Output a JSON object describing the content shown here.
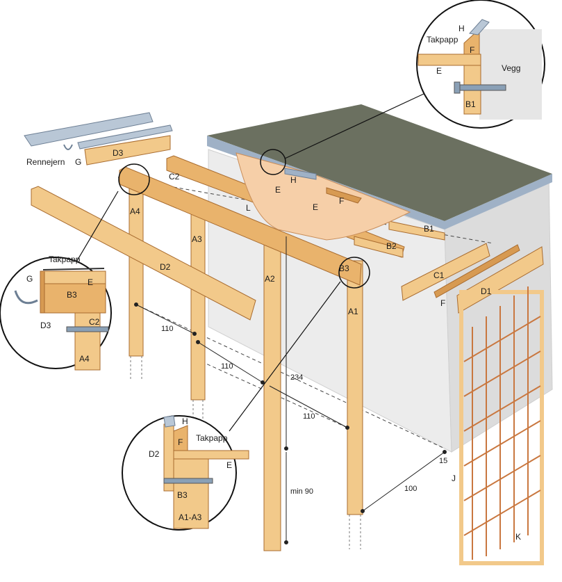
{
  "labels": {
    "rennejern": "Rennejern",
    "g_gutter": "G",
    "d3_top": "D3",
    "c2_top": "C2",
    "a4": "A4",
    "a3": "A3",
    "a2": "A2",
    "a1": "A1",
    "b3": "B3",
    "b2": "B2",
    "b1": "B1",
    "d2": "D2",
    "c1": "C1",
    "f_strip": "F",
    "d1": "D1",
    "e1": "E",
    "e2": "E",
    "h_main": "H",
    "f_main": "F",
    "l_main": "L",
    "j": "J",
    "k": "K"
  },
  "dimensions": {
    "d110_a": "110",
    "d110_b": "110",
    "d110_c": "110",
    "d234": "234",
    "dmin90": "min 90",
    "d100": "100",
    "d15": "15"
  },
  "detail_top_right": {
    "h": "H",
    "takpapp": "Takpapp",
    "f": "F",
    "vegg": "Vegg",
    "e": "E",
    "b1": "B1"
  },
  "detail_left": {
    "takpapp": "Takpapp",
    "g": "G",
    "e": "E",
    "b3": "B3",
    "d3": "D3",
    "c2": "C2",
    "a4": "A4"
  },
  "detail_bottom": {
    "h": "H",
    "takpapp": "Takpapp",
    "f": "F",
    "d2": "D2",
    "e": "E",
    "b3": "B3",
    "a1a3": "A1-A3"
  },
  "colors": {
    "wood": "#f2c98a",
    "wood_dark": "#d79a52",
    "wall": "#eeeeee",
    "roof": "#6b7060",
    "metal": "#9fb1c6",
    "trellis": "#c9773f"
  }
}
